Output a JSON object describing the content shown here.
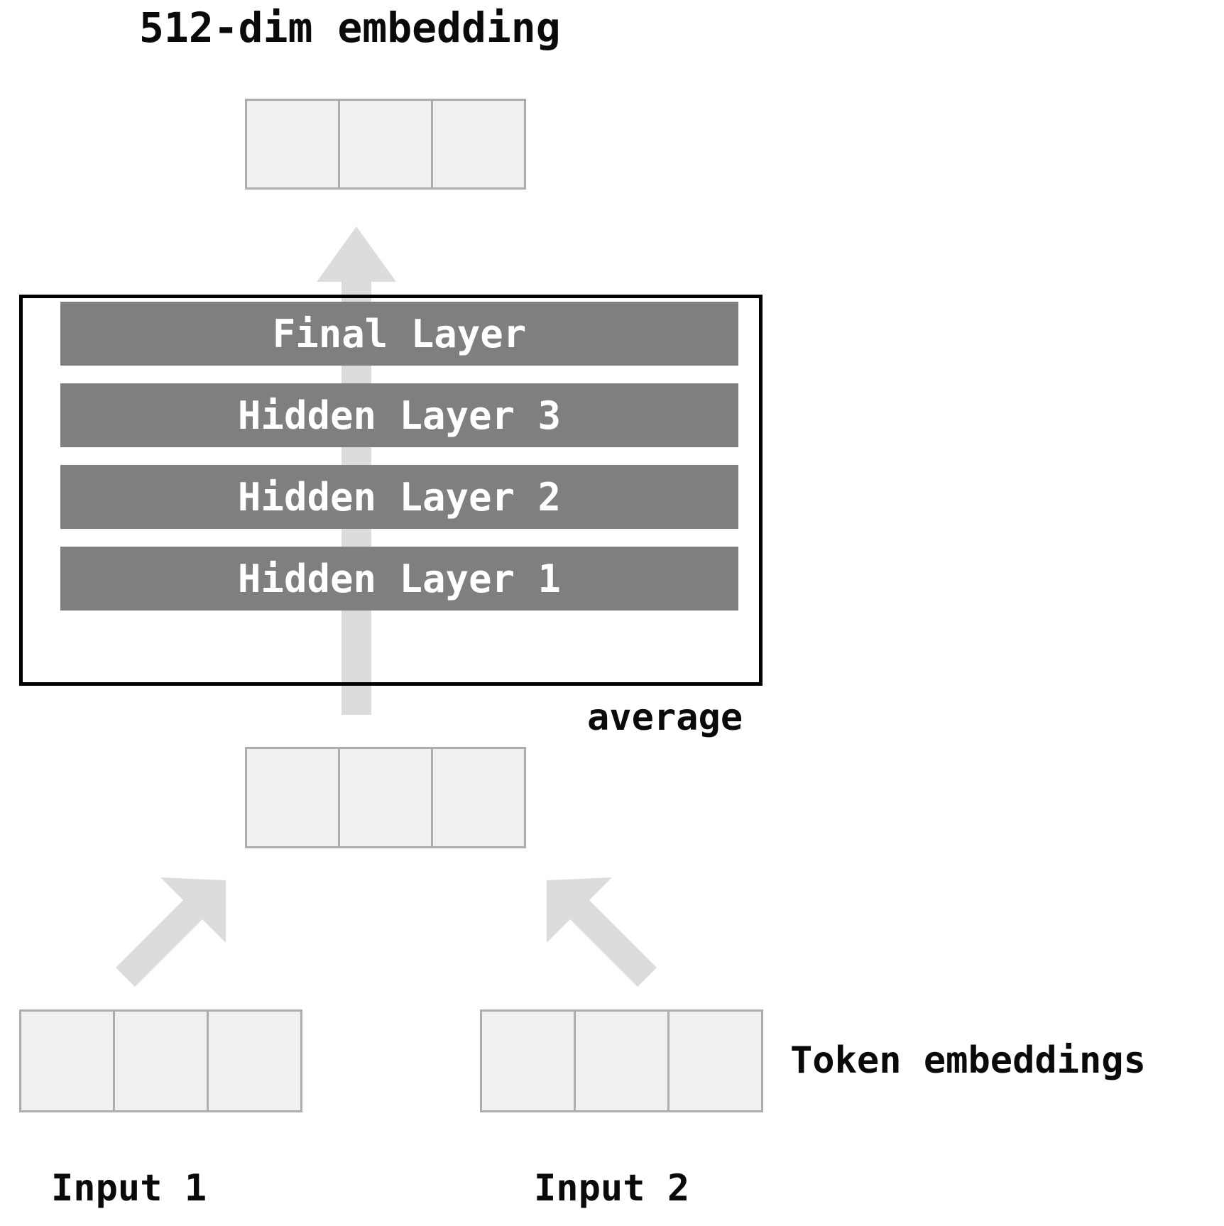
{
  "figure": {
    "title": "512-dim embedding",
    "type": "neural-network-architecture-diagram"
  },
  "top": {
    "title": "512-dim embedding",
    "embedding_cells": [
      "",
      "",
      ""
    ],
    "cell_count": 3
  },
  "encoder": {
    "layers": [
      {
        "name": "Final Layer",
        "label": "Final Layer"
      },
      {
        "name": "Hidden Layer 3",
        "label": "Hidden Layer 3"
      },
      {
        "name": "Hidden Layer 2",
        "label": "Hidden Layer 2"
      },
      {
        "name": "Hidden Layer 1",
        "label": "Hidden Layer 1"
      }
    ]
  },
  "pooling": {
    "label": "average",
    "cells": [
      "",
      "",
      ""
    ],
    "cell_count": 3
  },
  "inputs": [
    {
      "label": "Input 1",
      "cells": [
        "",
        "",
        ""
      ],
      "cell_count": 3
    },
    {
      "label": "Input 2",
      "cells": [
        "",
        "",
        ""
      ],
      "cell_count": 3
    }
  ],
  "annotations": {
    "token_embeddings": "Token embeddings"
  },
  "colors": {
    "layer_bar_fill": "#7f7f7f",
    "layer_bar_text": "#ffffff",
    "cell_fill": "#eff0ef",
    "cell_border": "#adadad",
    "encoder_border": "#000000",
    "arrow_fill": "#dcdcdc",
    "arrow_fill_light": "#e2e2e2",
    "text": "#0a0a0a",
    "background": "#ffffff"
  },
  "arrows": [
    {
      "name": "arrow-input1-to-average",
      "direction": "up-right"
    },
    {
      "name": "arrow-input2-to-average",
      "direction": "up-left"
    },
    {
      "name": "arrow-average-to-embedding",
      "direction": "up"
    }
  ]
}
